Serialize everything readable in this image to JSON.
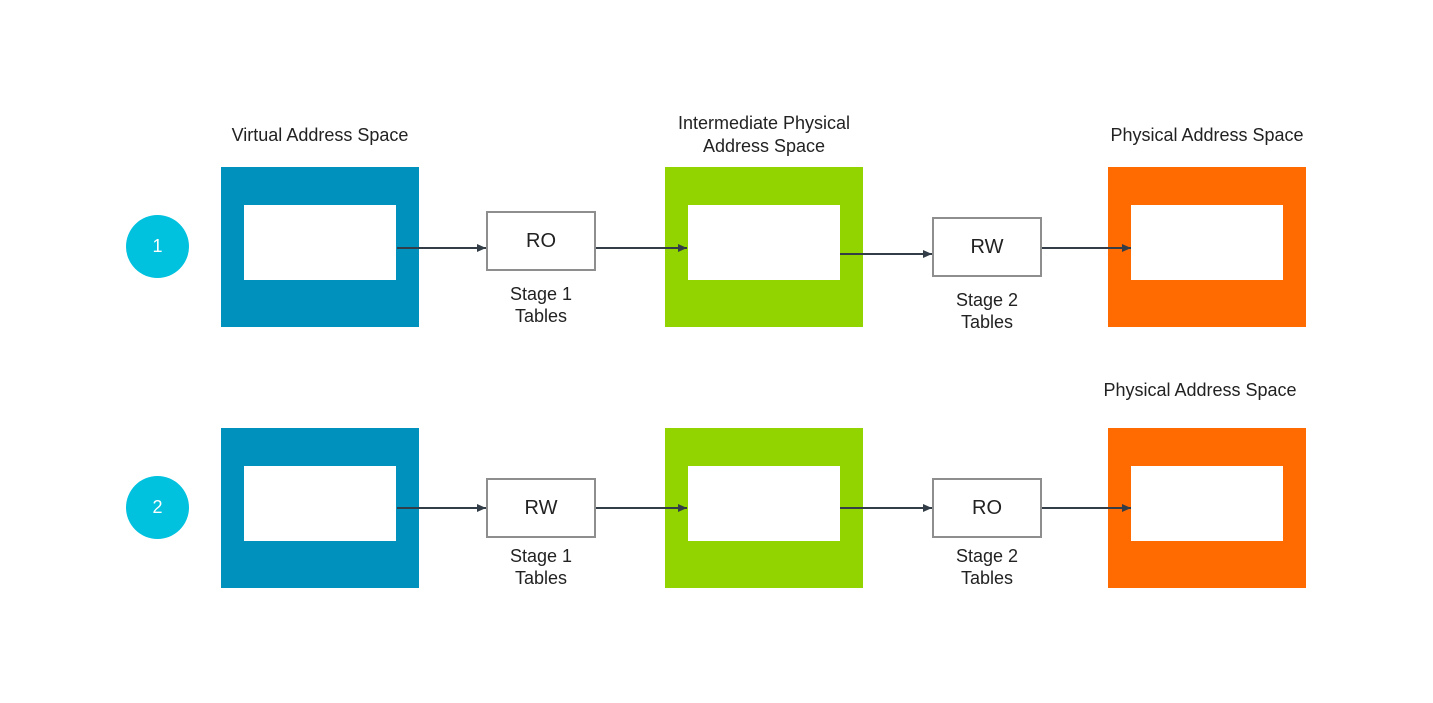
{
  "labels": {
    "virtual": "Virtual Address Space",
    "intermediate": [
      "Intermediate Physical",
      "Address Space"
    ],
    "physical_row1": "Physical Address Space",
    "physical_row2": "Physical Address Space"
  },
  "rows": [
    {
      "number": "1",
      "stage1": {
        "permission": "RO",
        "label": [
          "Stage 1",
          "Tables"
        ]
      },
      "stage2": {
        "permission": "RW",
        "label": [
          "Stage 2",
          "Tables"
        ]
      }
    },
    {
      "number": "2",
      "stage1": {
        "permission": "RW",
        "label": [
          "Stage 1",
          "Tables"
        ]
      },
      "stage2": {
        "permission": "RO",
        "label": [
          "Stage 2",
          "Tables"
        ]
      }
    }
  ],
  "colors": {
    "virtual": "#0091bd",
    "intermediate": "#92d400",
    "physical": "#ff6b00",
    "badge": "#00c1de",
    "arrow": "#333d47"
  }
}
